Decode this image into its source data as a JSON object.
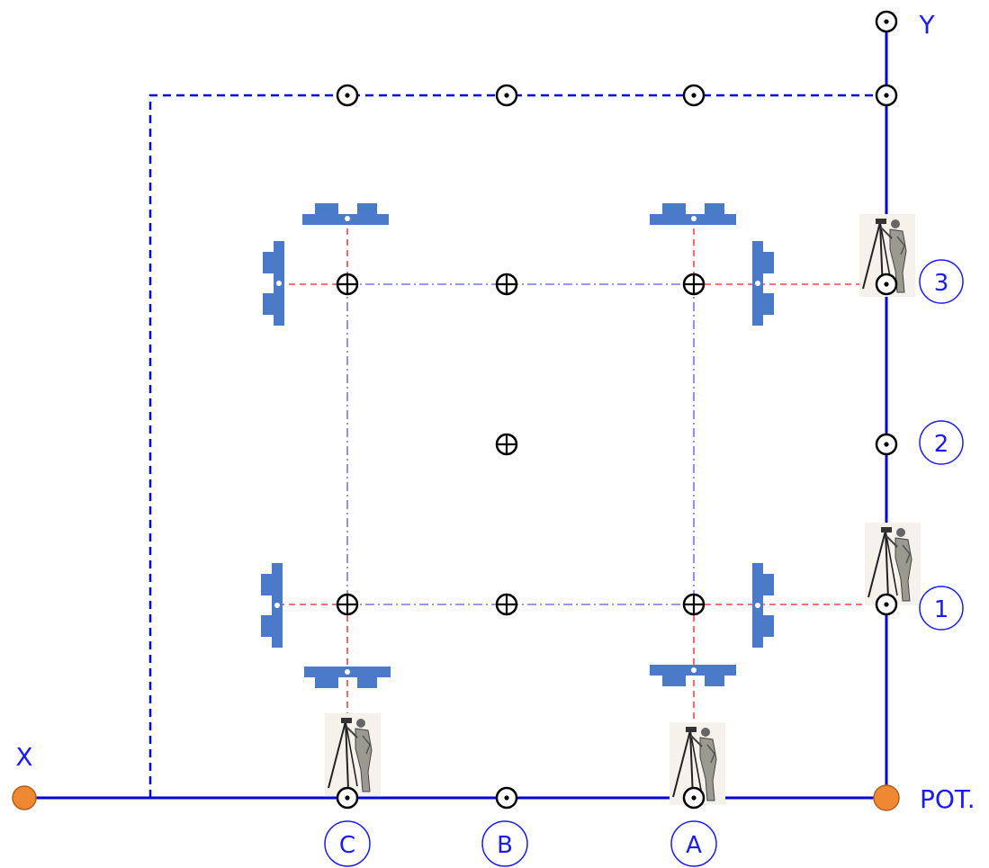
{
  "axes": {
    "x_label": "X",
    "y_label": "Y",
    "origin_label": "POT."
  },
  "column_labels": [
    "C",
    "B",
    "A"
  ],
  "row_labels": [
    "3",
    "2",
    "1"
  ],
  "colors": {
    "axis": "#0000dd",
    "column_footing": "#4a7ac8",
    "sight_line": "#ff4444",
    "grid_line": "#7777ee",
    "marker": "#000000",
    "origin_point": "#ee8833",
    "label_text": "#1a1aff"
  },
  "icons": {
    "surveyor": "surveyor-with-tripod-icon",
    "station": "station-point-icon",
    "pile": "pile-cross-icon",
    "footing": "footing-profile-board-icon"
  }
}
